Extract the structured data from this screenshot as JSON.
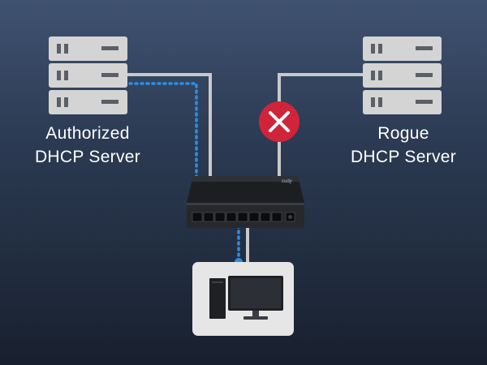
{
  "servers": {
    "authorized": {
      "line1": "Authorized",
      "line2": "DHCP Server"
    },
    "rogue": {
      "line1": "Rogue",
      "line2": "DHCP Server"
    }
  },
  "switch": {
    "brand": "cudy",
    "port_count": 8
  },
  "status": {
    "rogue_link": "blocked",
    "blocked_icon": "x-circle-icon"
  },
  "colors": {
    "background_top": "#3f5270",
    "background_bottom": "#18202e",
    "server_fill": "#d4d4d4",
    "link_line": "#c9c9c9",
    "dhcp_path": "#2f8de4",
    "blocked": "#d0243a",
    "client_box": "#e6e6e6"
  }
}
